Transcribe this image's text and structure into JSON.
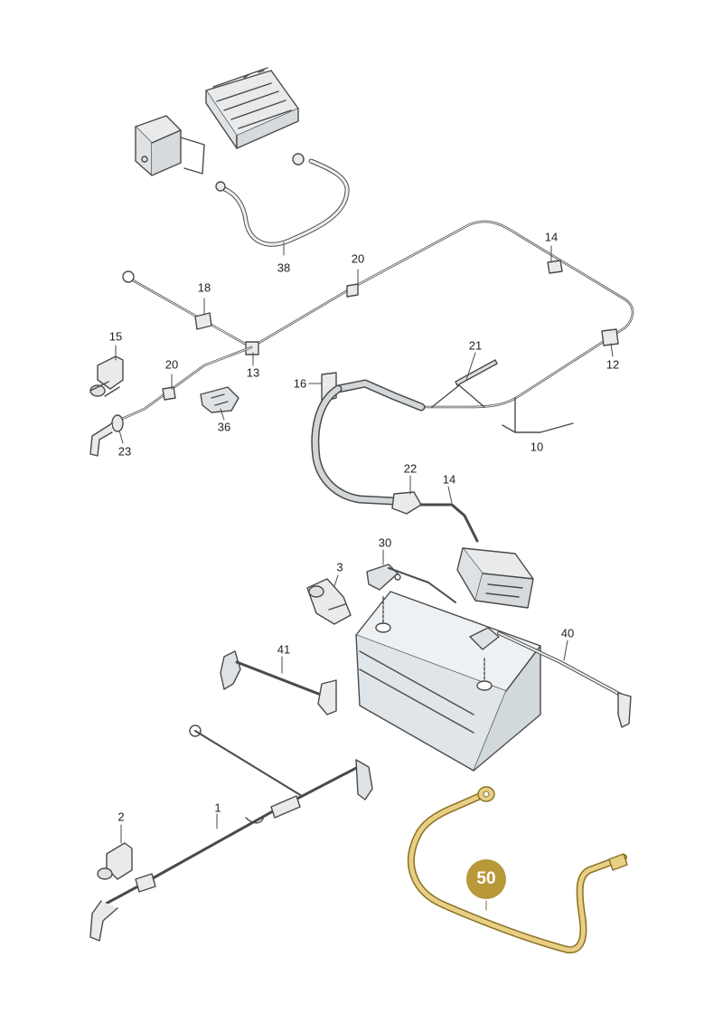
{
  "diagram": {
    "labels": {
      "l38": "38",
      "l20a": "20",
      "l14a": "14",
      "l18": "18",
      "l15": "15",
      "l20b": "20",
      "l13": "13",
      "l21": "21",
      "l12": "12",
      "l16": "16",
      "l36": "36",
      "l23": "23",
      "l10": "10",
      "l22": "22",
      "l14b": "14",
      "l30": "30",
      "l3": "3",
      "l40": "40",
      "l41": "41",
      "l2": "2",
      "l1": "1"
    },
    "highlighted_part": "50",
    "colors": {
      "outline": "#4a4a4a",
      "part_fill": "#e8eaec",
      "battery_fill": "#dfe5e8",
      "highlight": "#b9983a",
      "highlight_light": "#e8cf86"
    }
  }
}
